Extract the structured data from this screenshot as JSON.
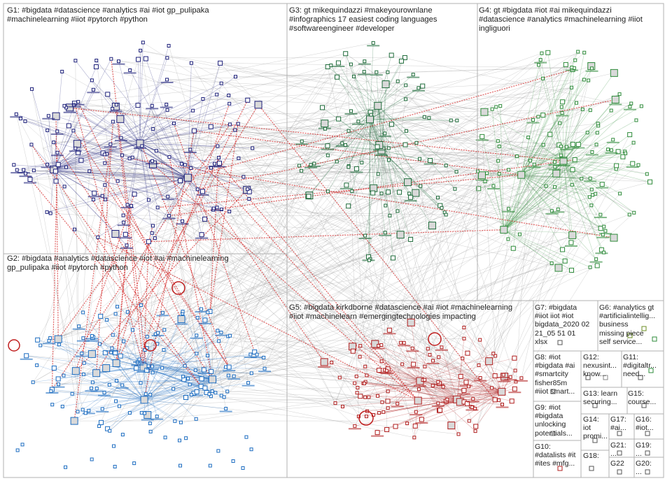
{
  "groups": [
    {
      "id": "G1",
      "label": "G1: #bigdata #datascience #analytics #ai #iot gp_pulipaka\n#machinelearning #iiot #pytorch #python",
      "color": "#1c1f7a"
    },
    {
      "id": "G2",
      "label": "G2: #bigdata #analytics #datascience #iot #ai #machinelearning\ngp_pulipaka #iiot #pytorch #python",
      "color": "#1a6bc0"
    },
    {
      "id": "G3",
      "label": "G3: gt mikequindazzi #makeyourownlane\n#infographics 17 easiest coding languages\n#softwareengineer #developer",
      "color": "#1e6b3a"
    },
    {
      "id": "G4",
      "label": "G4: gt #bigdata #iot #ai mikequindazzi\n#datascience #analytics #machinelearning #iiot\ningliguori",
      "color": "#2e8b3a"
    },
    {
      "id": "G5",
      "label": "G5: #bigdata kirkdborne #datascience #ai #iot #machinelearning\n#iiot #machinelearn #emergingtechnologies impacting",
      "color": "#b01e1e"
    },
    {
      "id": "G6",
      "label": "G6: #analytics gt\n#artificialintellig...\nbusiness\nmissing piece\nself service...",
      "color": "#6b8e23"
    },
    {
      "id": "G7",
      "label": "G7: #bigdata\n#iiot iiot #iot\nbigdata_2020 02\n21_05 51 01\nxlsx",
      "color": "#555555"
    },
    {
      "id": "G8",
      "label": "G8: #iot\n#bigdata #ai\n#smartcity\nfisher85m\n#iiot smart...",
      "color": "#555555"
    },
    {
      "id": "G9",
      "label": "G9: #iot\n#bigdata\nunlocking\npotentials...",
      "color": "#555555"
    },
    {
      "id": "G10",
      "label": "G10:\n#datalists #it\n#ites #mfg...",
      "color": "#555555"
    },
    {
      "id": "G11",
      "label": "G11:\n#digitaltr...\nneed...",
      "color": "#555555"
    },
    {
      "id": "G12",
      "label": "G12:\nnexusint...\nknow...",
      "color": "#555555"
    },
    {
      "id": "G13",
      "label": "G13: learn\nsecuring...",
      "color": "#555555"
    },
    {
      "id": "G14",
      "label": "G14:\niot\npromi...",
      "color": "#555555"
    },
    {
      "id": "G15",
      "label": "G15:\ncourse...",
      "color": "#555555"
    },
    {
      "id": "G16",
      "label": "G16:\n#iot...",
      "color": "#555555"
    },
    {
      "id": "G17",
      "label": "G17:\n#ai...",
      "color": "#555555"
    },
    {
      "id": "G18",
      "label": "G18:",
      "color": "#555555"
    },
    {
      "id": "G19",
      "label": "G19:\n...",
      "color": "#555555"
    },
    {
      "id": "G20",
      "label": "G20:\n...",
      "color": "#555555"
    },
    {
      "id": "G21",
      "label": "G21:\n...",
      "color": "#555555"
    },
    {
      "id": "G22",
      "label": "G22",
      "color": "#555555"
    }
  ]
}
